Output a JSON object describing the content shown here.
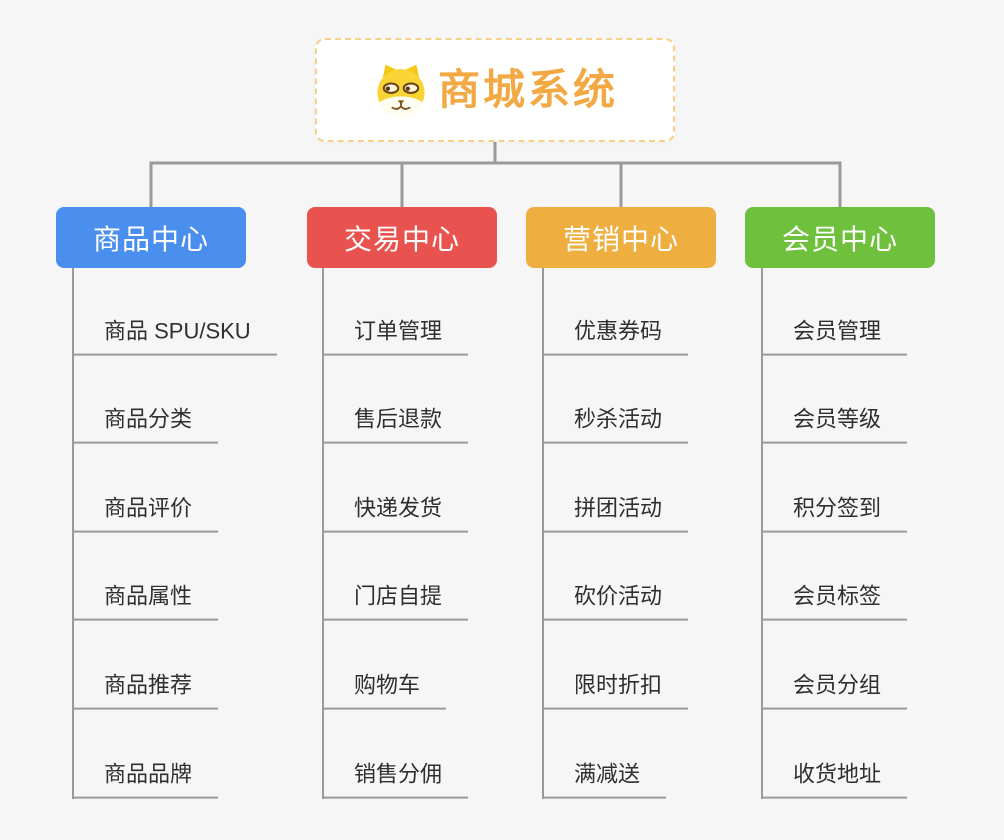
{
  "canvas": {
    "background": "#F6F6F6"
  },
  "root": {
    "title": "商城系统",
    "title_color": "#F2A944",
    "border_color": "#F7D089",
    "icon": "dog-face-icon"
  },
  "connectors": {
    "tree_line_color": "#9A9A9A",
    "branch_line_color": "#9A9A9A"
  },
  "branches": [
    {
      "label": "商品中心",
      "color": "#4A8FEE",
      "children": [
        "商品 SPU/SKU",
        "商品分类",
        "商品评价",
        "商品属性",
        "商品推荐",
        "商品品牌"
      ]
    },
    {
      "label": "交易中心",
      "color": "#E85350",
      "children": [
        "订单管理",
        "售后退款",
        "快递发货",
        "门店自提",
        "购物车",
        "销售分佣"
      ]
    },
    {
      "label": "营销中心",
      "color": "#EFAE40",
      "children": [
        "优惠券码",
        "秒杀活动",
        "拼团活动",
        "砍价活动",
        "限时折扣",
        "满减送"
      ]
    },
    {
      "label": "会员中心",
      "color": "#6FC13D",
      "children": [
        "会员管理",
        "会员等级",
        "积分签到",
        "会员标签",
        "会员分组",
        "收货地址"
      ]
    }
  ]
}
